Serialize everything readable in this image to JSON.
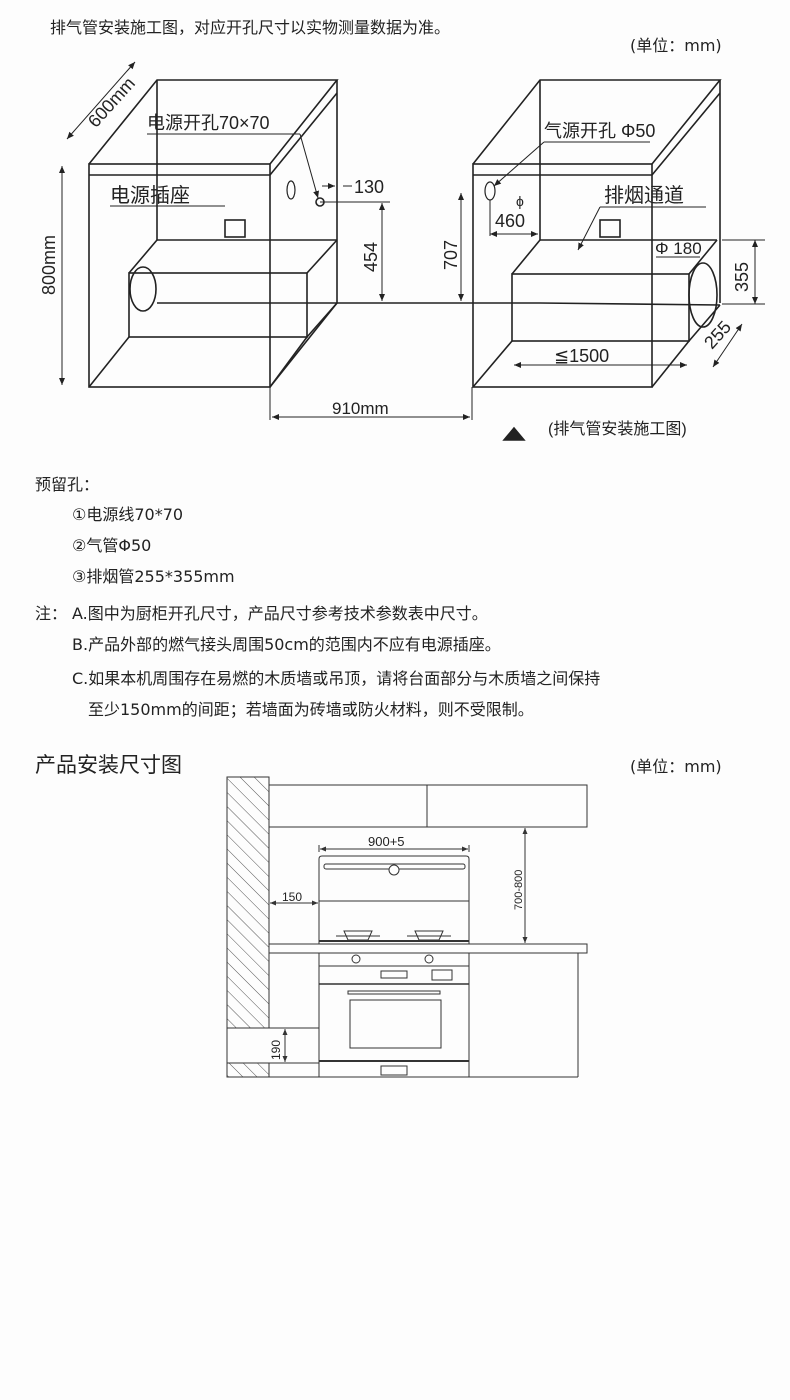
{
  "header": {
    "subtitle": "排气管安装施工图，对应开孔尺寸以实物测量数据为准。",
    "unit": "(单位：mm)"
  },
  "cabinet_diagram": {
    "left": {
      "depth": "600mm",
      "height": "800mm",
      "power_hole": "电源开孔70×70",
      "socket": "电源插座",
      "offset_130": "130",
      "height_454": "454"
    },
    "right": {
      "gas_hole": "气源开孔 Φ50",
      "flue": "排烟通道",
      "dim_460": "460",
      "dim_phi": "ϕ",
      "height_707": "707",
      "pipe_dia": "Φ 180",
      "dim_355": "355",
      "dim_255": "255",
      "length": "≦1500"
    },
    "width": "910mm",
    "caption": "(排气管安装施工图)"
  },
  "reserved": {
    "title": "预留孔：",
    "items": [
      "①电源线70*70",
      "②气管Φ50",
      "③排烟管255*355mm"
    ]
  },
  "notes": {
    "prefix": "注：",
    "items": [
      "A.图中为厨柜开孔尺寸，产品尺寸参考技术参数表中尺寸。",
      "B.产品外部的燃气接头周围50cm的范围内不应有电源插座。",
      "C.如果本机周围存在易燃的木质墙或吊顶，请将台面部分与木质墙之间保持",
      "至少150mm的间距；若墙面为砖墙或防火材料，则不受限制。"
    ]
  },
  "install": {
    "title": "产品安装尺寸图",
    "unit": "(单位：mm)",
    "width": "900+5",
    "wall_gap": "150",
    "hood_height": "700-800",
    "plinth": "190"
  }
}
